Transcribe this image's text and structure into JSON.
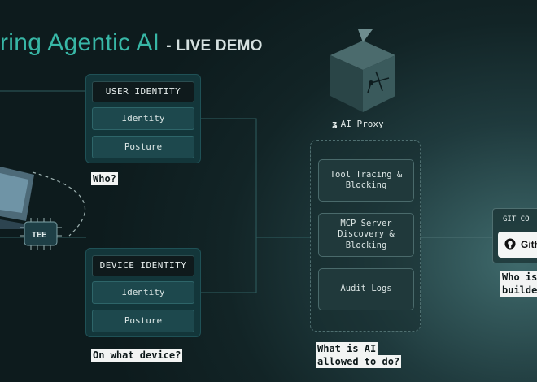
{
  "title": {
    "main": "ring Agentic AI",
    "sub": "- LIVE DEMO"
  },
  "user_identity": {
    "header": "USER IDENTITY",
    "rows": [
      "Identity",
      "Posture"
    ],
    "caption": "Who?"
  },
  "device_identity": {
    "header": "DEVICE IDENTITY",
    "rows": [
      "Identity",
      "Posture"
    ],
    "caption": "On what device?"
  },
  "ai_proxy": {
    "label": "AI Proxy",
    "items": [
      "Tool Tracing & Blocking",
      "MCP Server Discovery & Blocking",
      "Audit Logs"
    ],
    "caption_line1": "What is AI",
    "caption_line2": "allowed to do?"
  },
  "chip": {
    "label": "TEE"
  },
  "git": {
    "header": "GIT CO",
    "button": "Gith",
    "caption_line1": "Who is",
    "caption_line2": "builde"
  },
  "colors": {
    "accent": "#38b7a6",
    "panel": "#13363a",
    "background": "#122426"
  }
}
